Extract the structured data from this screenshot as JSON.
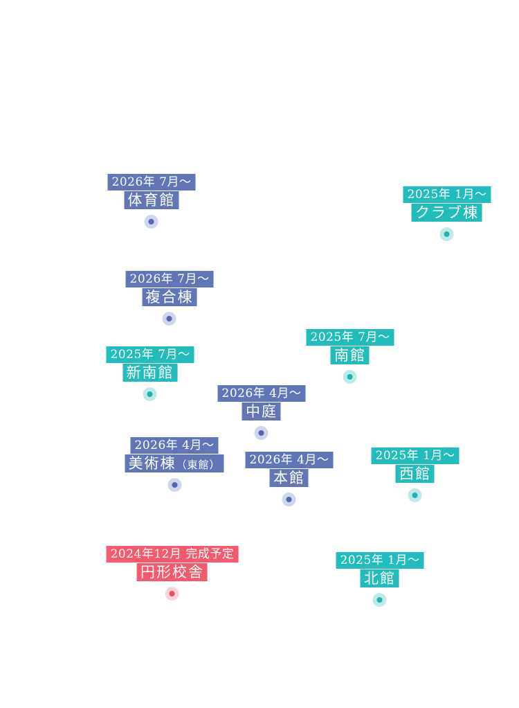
{
  "colors": {
    "blue": "#6276b7",
    "teal": "#23bcbc",
    "red": "#f35a6c"
  },
  "buildings": [
    {
      "id": "taiikukan",
      "date": "2026年 7月～",
      "name": "体育館",
      "sub": "",
      "color": "blue",
      "icon": "location-dot-icon"
    },
    {
      "id": "club",
      "date": "2025年 1月～",
      "name": "クラブ棟",
      "sub": "",
      "color": "teal",
      "icon": "location-dot-icon"
    },
    {
      "id": "fukugou",
      "date": "2026年 7月～",
      "name": "複合棟",
      "sub": "",
      "color": "blue",
      "icon": "location-dot-icon"
    },
    {
      "id": "minamikan",
      "date": "2025年 7月～",
      "name": "南館",
      "sub": "",
      "color": "teal",
      "icon": "location-dot-icon"
    },
    {
      "id": "shinnankan",
      "date": "2025年 7月～",
      "name": "新南館",
      "sub": "",
      "color": "teal",
      "icon": "location-dot-icon"
    },
    {
      "id": "nakaniwa",
      "date": "2026年 4月～",
      "name": "中庭",
      "sub": "",
      "color": "blue",
      "icon": "location-dot-icon"
    },
    {
      "id": "bijutsu",
      "date": "2026年 4月～",
      "name": "美術棟",
      "sub": "（東館）",
      "color": "blue",
      "icon": "location-dot-icon"
    },
    {
      "id": "honkan",
      "date": "2026年 4月～",
      "name": "本館",
      "sub": "",
      "color": "blue",
      "icon": "location-dot-icon"
    },
    {
      "id": "nishikan",
      "date": "2025年 1月～",
      "name": "西館",
      "sub": "",
      "color": "teal",
      "icon": "location-dot-icon"
    },
    {
      "id": "enkei",
      "date": "2024年12月 完成予定",
      "name": "円形校舎",
      "sub": "",
      "color": "red",
      "icon": "location-dot-icon"
    },
    {
      "id": "kitakan",
      "date": "2025年 1月～",
      "name": "北館",
      "sub": "",
      "color": "teal",
      "icon": "location-dot-icon"
    }
  ]
}
